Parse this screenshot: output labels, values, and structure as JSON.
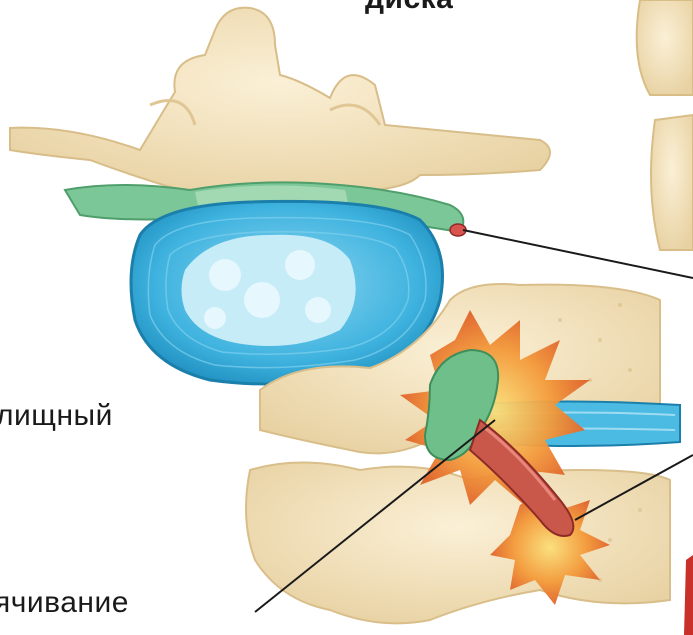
{
  "labels": {
    "top_cut": "диска",
    "left_cut": "лищный",
    "bottom_cut": "ячивание"
  },
  "colors": {
    "bone": "#f6e6c4",
    "bone_shadow": "#e2c99a",
    "disc_blue": "#43b8e2",
    "nucleus": "#b8e6f6",
    "nerve_green": "#6fbf8a",
    "inflammation": "#f07a2a",
    "nerve_red": "#c94a3a",
    "line": "#1a1a1a"
  }
}
